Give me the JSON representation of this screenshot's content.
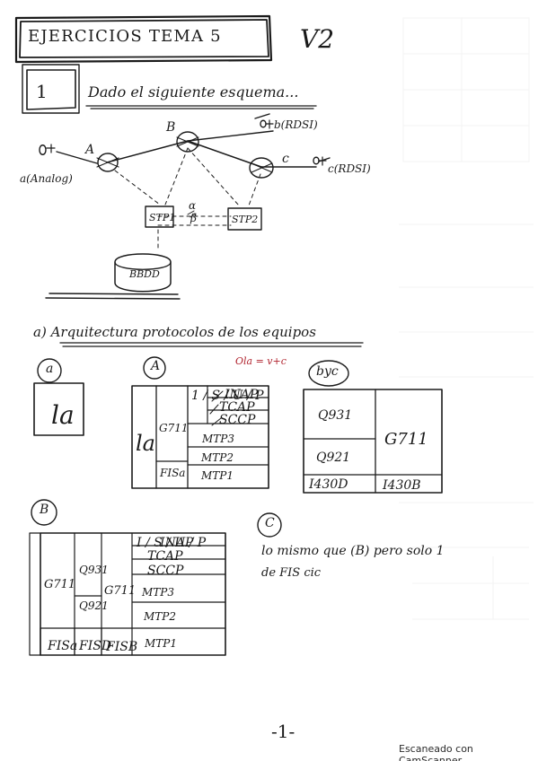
{
  "document": {
    "title": "EJERCICIOS TEMA 5",
    "version": "V2",
    "exercise_number": "1",
    "intro": "Dado el siguiente esquema...",
    "section_a": "a) Arquitectura protocolos de los equipos",
    "page_number": "-1-",
    "footer": "Escaneado con CamScanner"
  },
  "diagram": {
    "nodes": {
      "a_node": "A",
      "b_node": "B",
      "c_node": "c",
      "left_label": "a(Analog)",
      "b_remote": "b(RDSI)",
      "c_remote": "c(RDSI)"
    },
    "stp": {
      "stp1": "STP1",
      "stp2": "STP2",
      "alpha": "α",
      "beta": "β"
    },
    "database": "BBDD",
    "red_note": "Ola = v+c"
  },
  "cards": {
    "a": {
      "circle": "a",
      "box": "la"
    },
    "A": {
      "circle": "A",
      "left": "la",
      "mid_top": "G711",
      "mid_bottom": "FISa",
      "inap": "INAP",
      "tcap": "TCAP",
      "sccp": "SCCP",
      "mtp3": "MTP3",
      "mtp2": "MTP2",
      "mtp1": "MTP1",
      "side_text": "1 / S / U / P"
    },
    "byc": {
      "circle": "byc",
      "left_top": "Q931",
      "left_bottom": "Q921",
      "right_top": "G711",
      "bottom_left": "I430D",
      "bottom_right": "I430B"
    },
    "B": {
      "circle": "B",
      "col1": "G711",
      "col2_top": "Q931",
      "col2_bottom": "Q921",
      "col3": "G711",
      "inap": "INAP",
      "tcap": "TCAP",
      "sccp": "SCCP",
      "mtp3": "MTP3",
      "mtp2": "MTP2",
      "mtp1": "MTP1",
      "bottom1": "FISa",
      "bottom2": "FISD",
      "bottom3": "FISB",
      "side_text": "I / S / U / P"
    },
    "c": {
      "circle": "C",
      "note_line1": "lo mismo que (B) pero solo 1",
      "note_line2": "de FIS cic"
    }
  }
}
